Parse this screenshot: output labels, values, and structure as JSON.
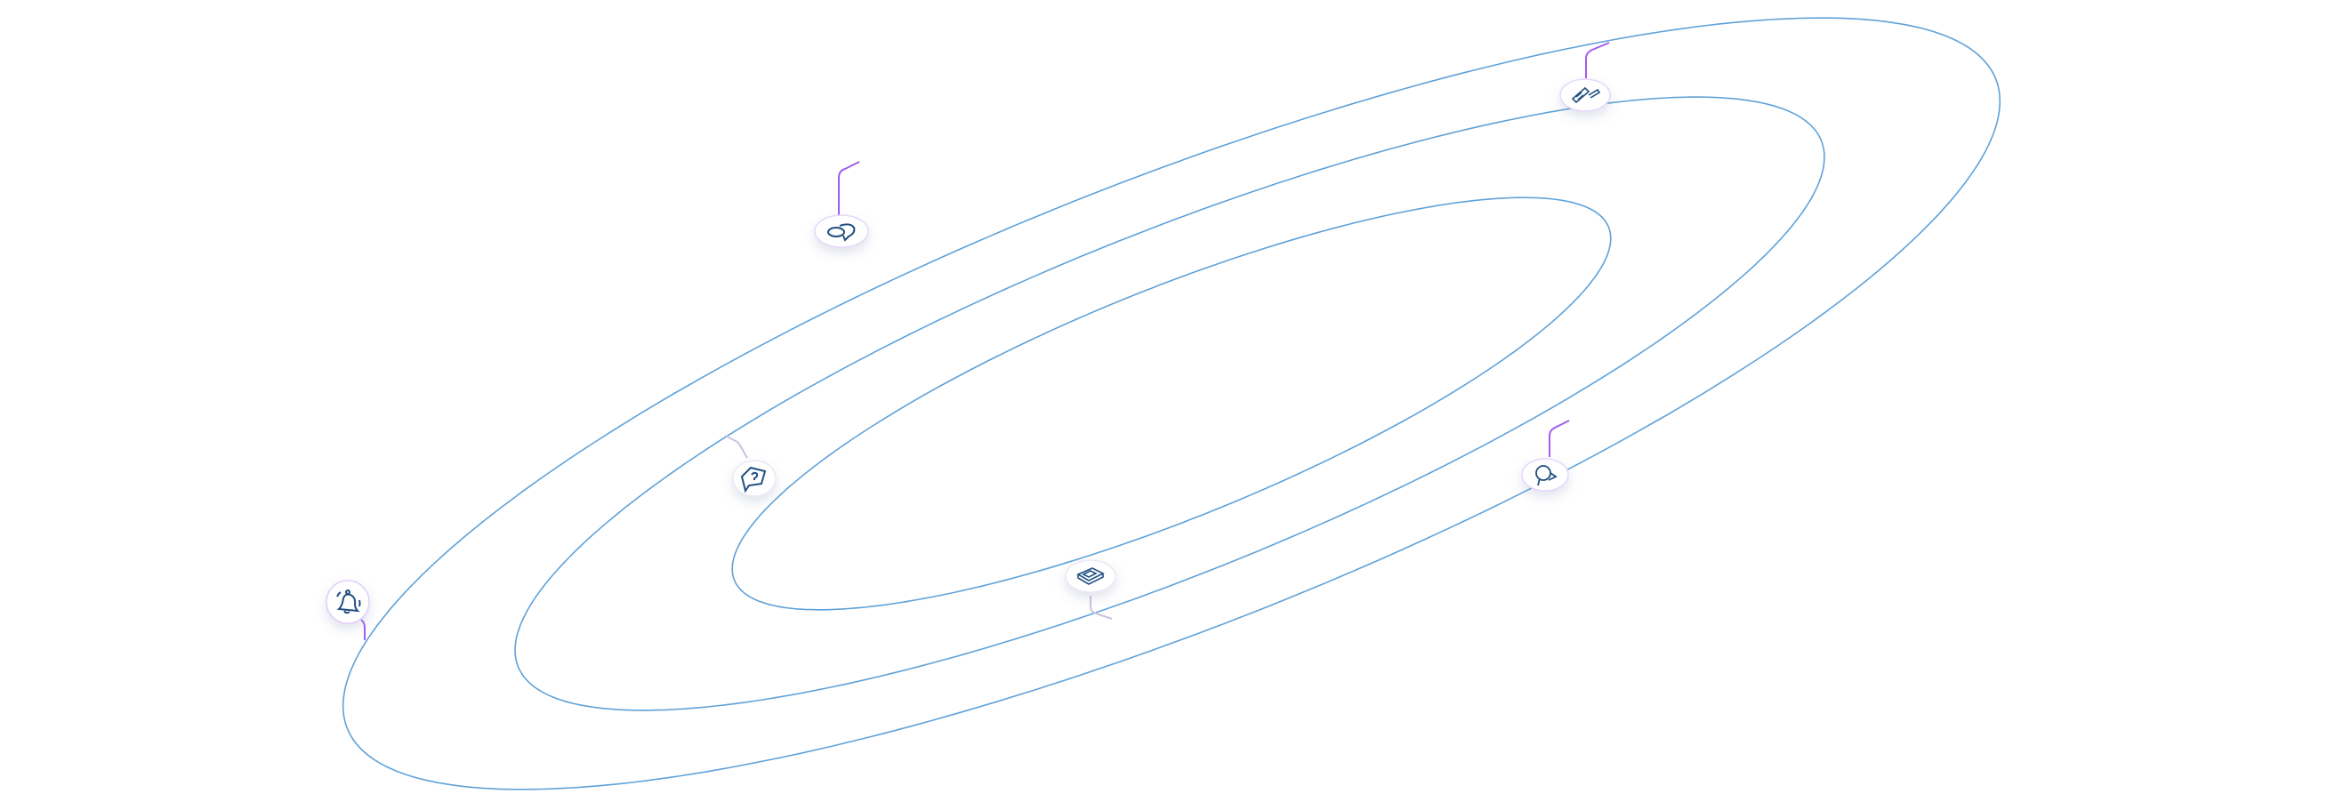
{
  "colors": {
    "orbit": "#5fa2d9",
    "leader_active": "#a25cf0",
    "leader_muted": "#c9c3dc",
    "icon_stroke": "#1f4f82",
    "node_fill": "#ffffff",
    "node_border": "#d9c2f5"
  },
  "orbits": [
    "outer",
    "middle",
    "inner"
  ],
  "nodes": [
    {
      "icon": "chat-bubbles-icon",
      "orbit": "outer",
      "leader": "active"
    },
    {
      "icon": "document-edit-icon",
      "orbit": "middle",
      "leader": "active"
    },
    {
      "icon": "question-bubble-icon",
      "orbit": "inner",
      "leader": "muted"
    },
    {
      "icon": "bell-icon",
      "orbit": "outer",
      "leader": "active"
    },
    {
      "icon": "newspaper-icon",
      "orbit": "inner",
      "leader": "muted"
    },
    {
      "icon": "support-headset-icon",
      "orbit": "middle",
      "leader": "active"
    }
  ]
}
